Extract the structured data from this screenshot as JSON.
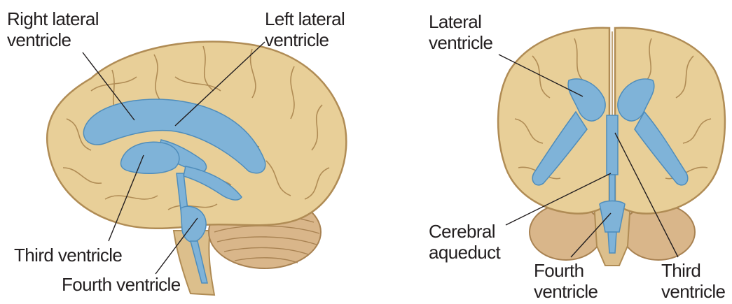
{
  "side_view": {
    "labels": {
      "right_lateral_ventricle": [
        "Right lateral",
        "ventricle"
      ],
      "left_lateral_ventricle": [
        "Left lateral",
        "ventricle"
      ],
      "third_ventricle": [
        "Third ventricle"
      ],
      "fourth_ventricle": [
        "Fourth ventricle"
      ]
    }
  },
  "front_view": {
    "labels": {
      "lateral_ventricle": [
        "Lateral",
        "ventricle"
      ],
      "cerebral_aqueduct": [
        "Cerebral",
        "aqueduct"
      ],
      "fourth_ventricle": [
        "Fourth",
        "ventricle"
      ],
      "third_ventricle": [
        "Third",
        "ventricle"
      ]
    }
  },
  "colors": {
    "brain_fill": "#e8cf98",
    "brain_outline": "#b08c55",
    "ventricle_fill": "#7fb3d8",
    "cerebellum_fill": "#d9b68a",
    "label_text": "#231f20",
    "leader_line": "#231f20"
  }
}
